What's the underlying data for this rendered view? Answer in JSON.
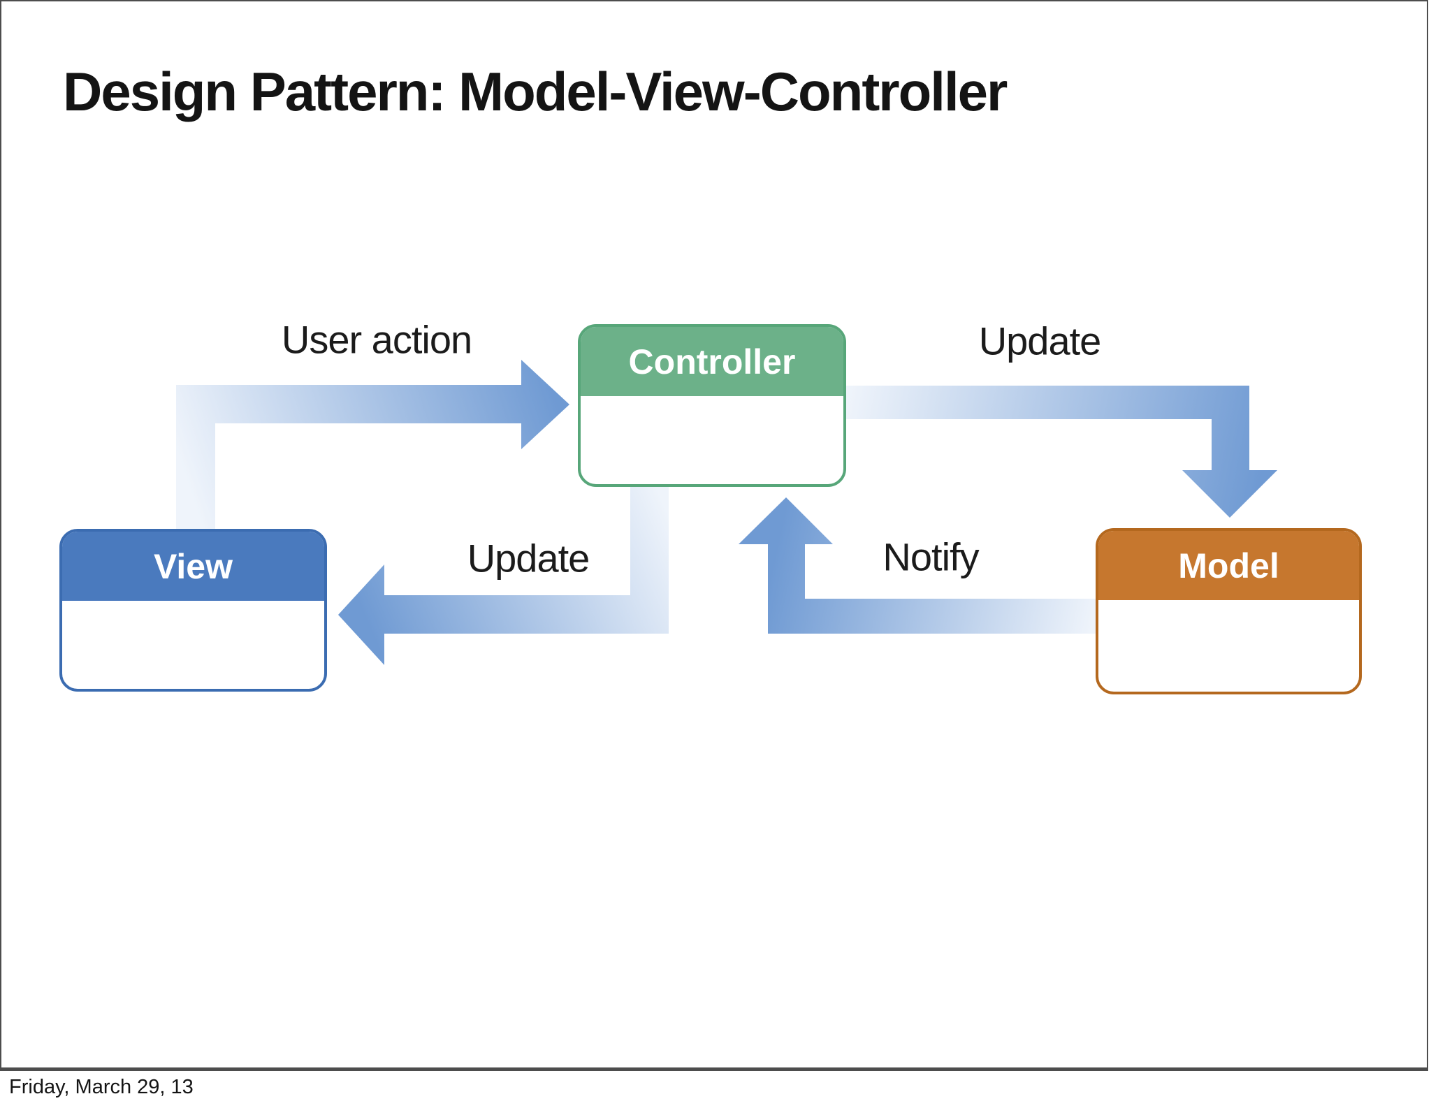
{
  "slide": {
    "title": "Design Pattern: Model-View-Controller",
    "footer_date": "Friday, March 29, 13",
    "background": "#ffffff",
    "frame_color": "#4d4d4d",
    "title_color": "#141414"
  },
  "diagram": {
    "nodes": [
      {
        "id": "controller",
        "label": "Controller",
        "fill": "#6cb189",
        "border": "#57a679"
      },
      {
        "id": "view",
        "label": "View",
        "fill": "#4a7abe",
        "border": "#3b6cb1"
      },
      {
        "id": "model",
        "label": "Model",
        "fill": "#c6772e",
        "border": "#b4681e"
      }
    ],
    "edges": [
      {
        "id": "user-action",
        "label": "User action",
        "from": "view",
        "to": "controller"
      },
      {
        "id": "update-model",
        "label": "Update",
        "from": "controller",
        "to": "model"
      },
      {
        "id": "update-view",
        "label": "Update",
        "from": "controller",
        "to": "view"
      },
      {
        "id": "notify",
        "label": "Notify",
        "from": "model",
        "to": "controller"
      }
    ],
    "arrow_gradient": {
      "light": "#eff4fb",
      "dark": "#6f9ad3"
    },
    "edge_label_color": "#1b1b1b"
  }
}
